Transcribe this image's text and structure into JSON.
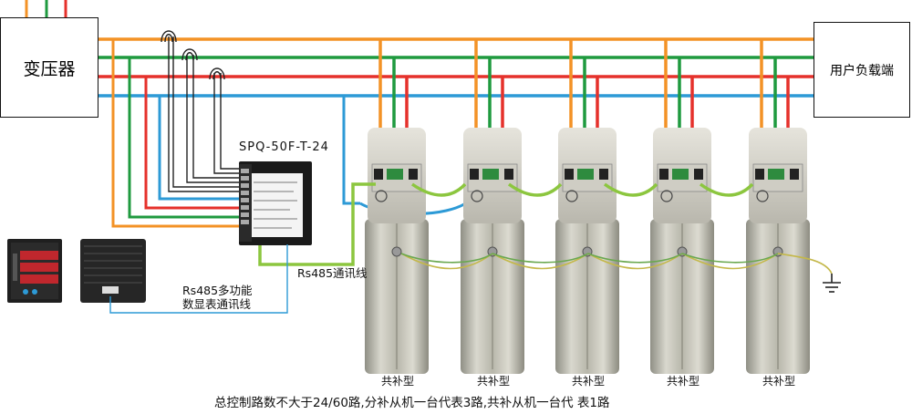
{
  "transformer": {
    "label": "变压器"
  },
  "load": {
    "label": "用户负载端"
  },
  "controller": {
    "model": "SPQ-50F-T-24"
  },
  "rs485_main": {
    "label": "Rs485通讯线"
  },
  "meter_comm": {
    "line1": "Rs485多功能",
    "line2": "数显表通讯线"
  },
  "capacitors": [
    {
      "label": "共补型"
    },
    {
      "label": "共补型"
    },
    {
      "label": "共补型"
    },
    {
      "label": "共补型"
    },
    {
      "label": "共补型"
    }
  ],
  "footer": {
    "note": "总控制路数不大于24/60路,分补从机一台代表3路,共补从机一台代 表1路"
  },
  "colors": {
    "orange": "#f39226",
    "green": "#1f9a3f",
    "red": "#e5312b",
    "blue": "#2d9ad6",
    "lime": "#8cc63f"
  }
}
